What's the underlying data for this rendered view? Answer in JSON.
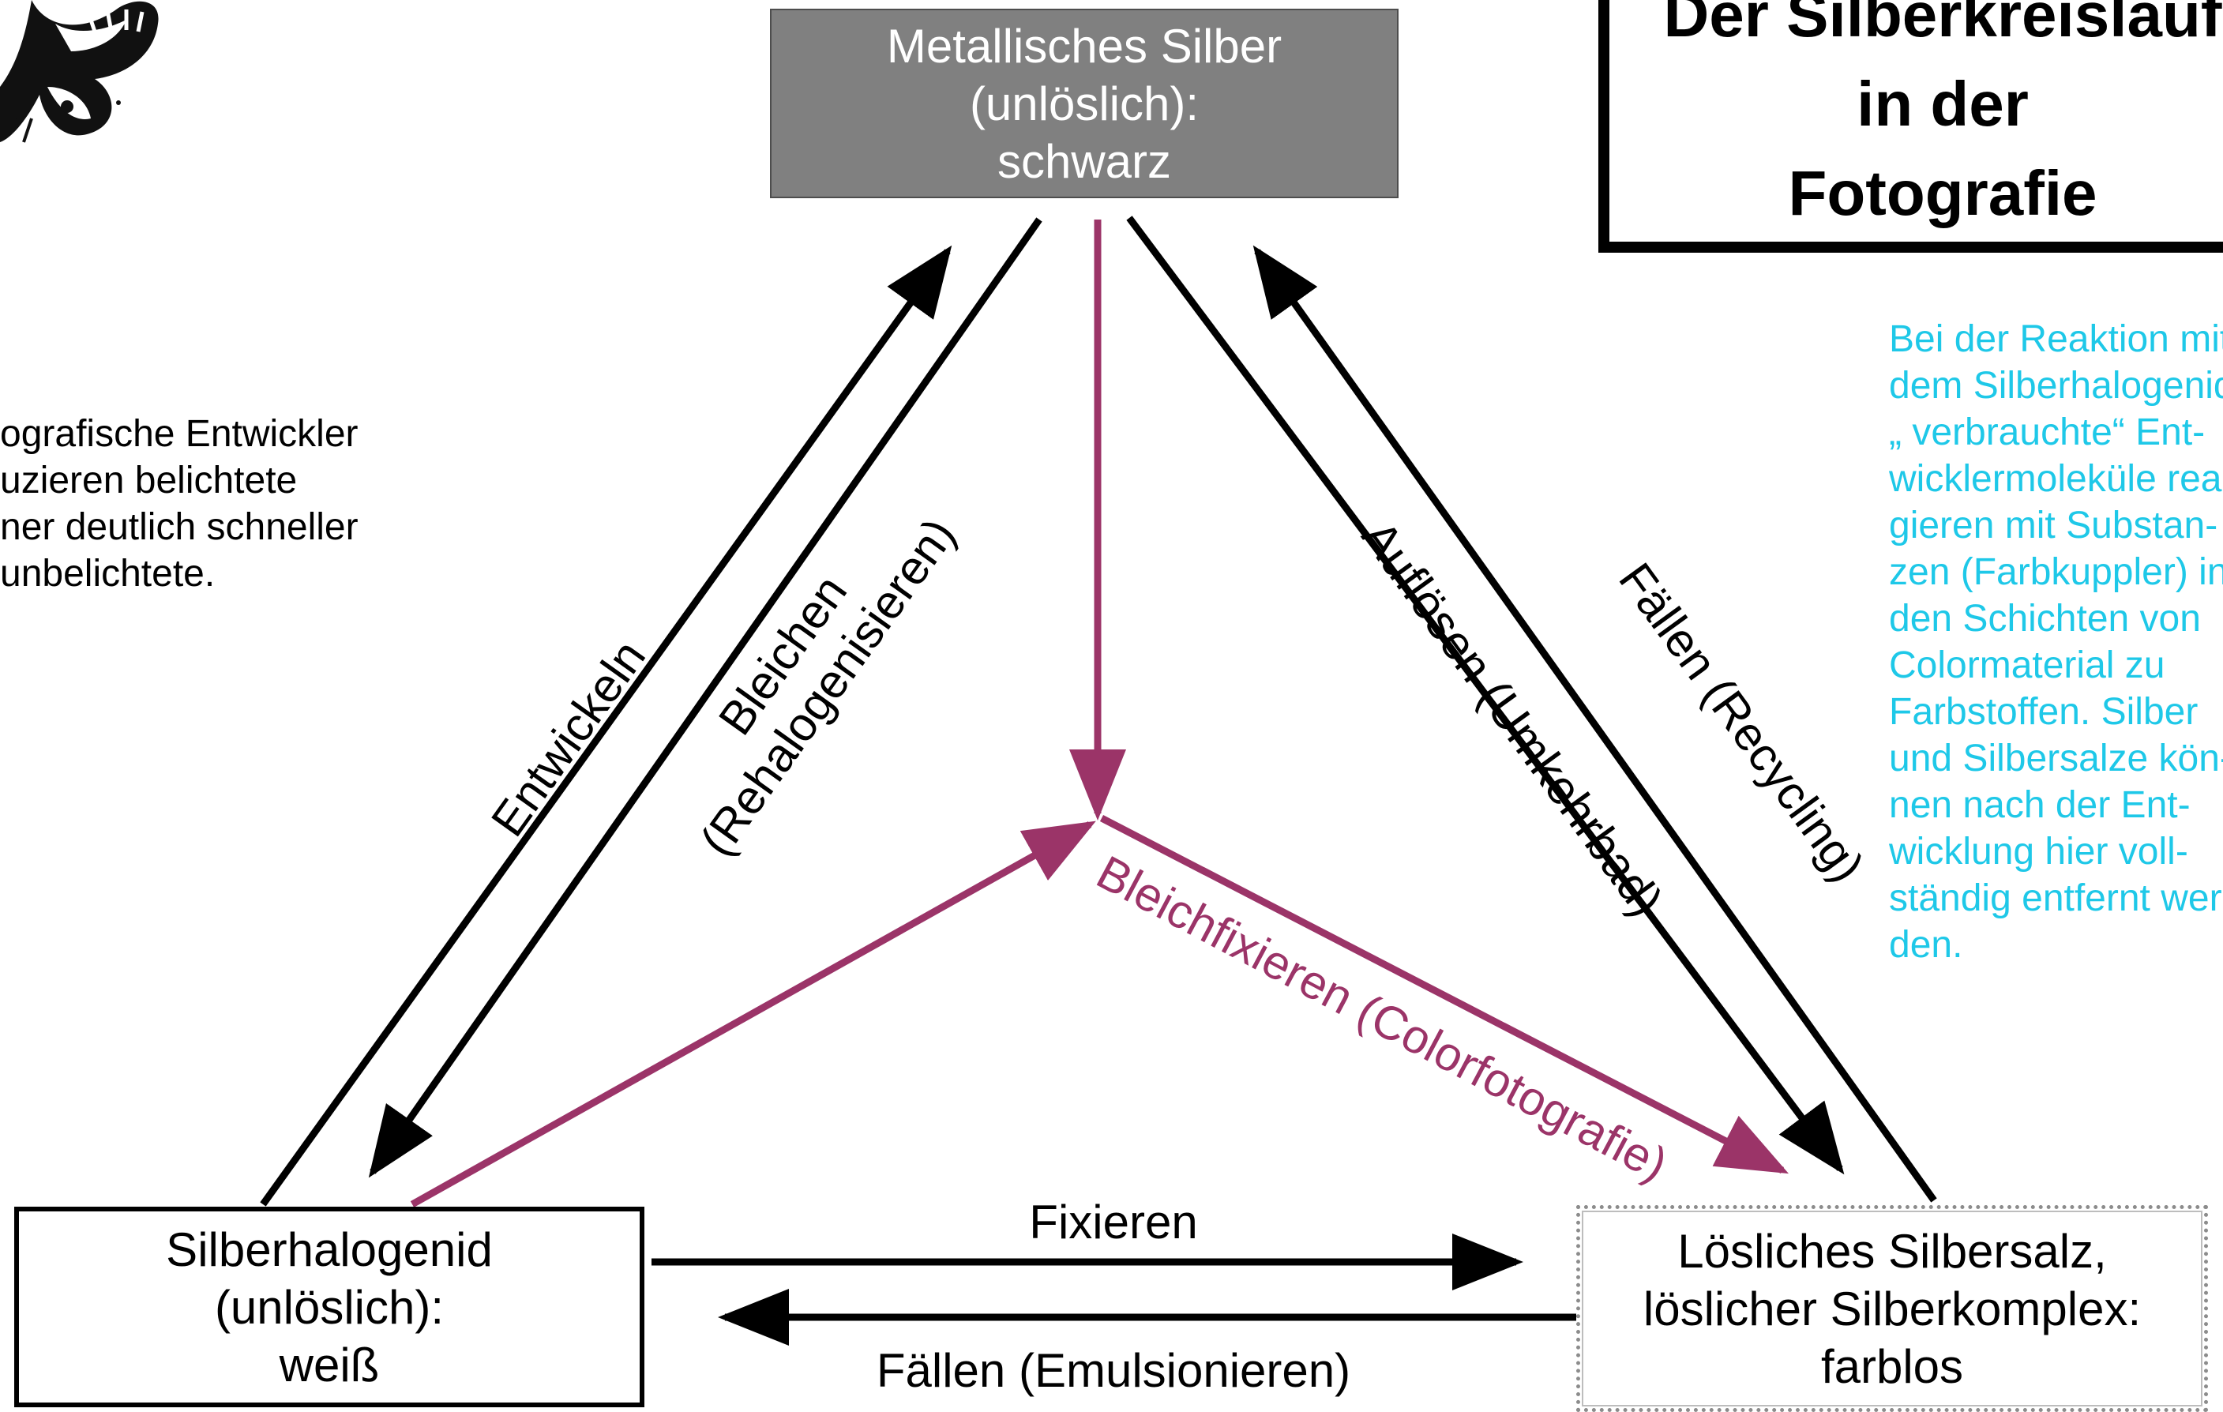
{
  "title": [
    "Der Silberkreislauf",
    "in der",
    "Fotografie"
  ],
  "nodes": {
    "metal": [
      "Metallisches Silber",
      "(unlöslich):",
      "schwarz"
    ],
    "halide": [
      "Silberhalogenid",
      "(unlöslich):",
      "weiß"
    ],
    "salt": [
      "Lösliches Silbersalz,",
      "löslicher Silberkomplex:",
      "farblos"
    ]
  },
  "processes": {
    "develop": "Entwickeln",
    "bleach": [
      "Bleichen",
      "(Rehalogenisieren)"
    ],
    "dissolve": "Auflösen (Umkehrbad)",
    "recycle": "Fällen (Recycling)",
    "bleachfix": "Bleichfixieren (Colorfotografie)",
    "fix": "Fixieren",
    "precipitate": "Fällen (Emulsionieren)"
  },
  "note_left": [
    "ografische Entwickler",
    "uzieren belichtete",
    "ner deutlich schneller",
    "unbelichtete."
  ],
  "note_right": [
    "Bei der Reaktion mit",
    "dem Silberhalogenid",
    "„ verbrauchte“ Ent-",
    "wicklermoleküle rea-",
    "gieren mit Substan-",
    "zen (Farbkuppler) in",
    "den Schichten von",
    "Colormaterial zu",
    "Farbstoffen. Silber",
    "und Silbersalze kön-",
    "nen nach der Ent-",
    "wicklung hier voll-",
    "ständig entfernt wer-",
    "den."
  ],
  "colors": {
    "arrow_black": "#000000",
    "arrow_purple": "#9b3468",
    "metal_fill": "#808080",
    "note_right": "#1ec8e8"
  },
  "icons": {
    "corner_illustration": "butterfly-icon"
  }
}
